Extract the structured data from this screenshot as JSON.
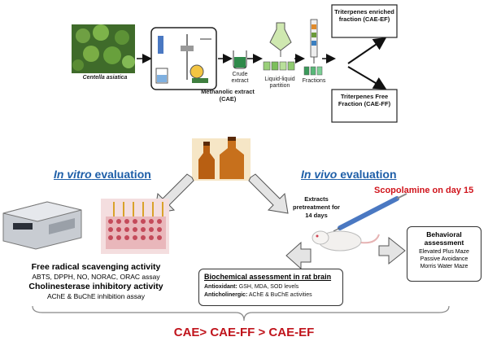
{
  "plant_label": "Centella asiatica",
  "crude_label": "Crude extract",
  "methanolic_label": "Methanolic extract (CAE)",
  "partition_label": "Liquid-liquid partition",
  "fractions_label": "Fractions",
  "enriched_label": "Triterpenes enriched fraction (CAE-EF)",
  "free_label": "Triterpenes Free Fraction (CAE-FF)",
  "invitro": {
    "prefix": "In vitro",
    "suffix": " evaluation"
  },
  "invivo": {
    "prefix": "In vivo",
    "suffix": " evaluation"
  },
  "scopolamine": "Scopolamine  on day 15",
  "pretreatment": "Extracts pretreatment for 14 days",
  "behavioral": {
    "title": "Behavioral assessment",
    "items": [
      "Elevated Plus Maze",
      "Passive Avoidance",
      "Morris Water Maze"
    ]
  },
  "invitro_text": {
    "title1": "Free radical scavenging activity",
    "line1": "ABTS, DPPH, NO, NORAC, ORAC assay",
    "title2": "Cholinesterase inhibitory activity",
    "line2": "AChE & BuChE inhibition assay"
  },
  "biochem": {
    "title": "Biochemical assessment in rat brain",
    "antioxidant_label": "Antioxidant:",
    "antioxidant_text": " GSH, MDA, SOD levels",
    "anticholinergic_label": "Anticholinergic:",
    "anticholinergic_text": " AChE & BuChE activities"
  },
  "conclusion": "CAE> CAE-FF > CAE-EF",
  "colors": {
    "blue": "#1f5fa8",
    "red": "#c0141c",
    "arrow_fill": "#e4e4e4"
  }
}
